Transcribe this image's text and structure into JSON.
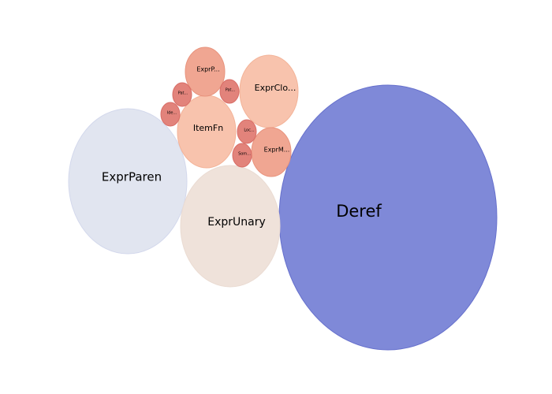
{
  "chart_data": {
    "type": "bubble",
    "title": "",
    "legend": "none",
    "axes": "hidden",
    "grid": false,
    "bubbles": [
      {
        "label": "Deref",
        "full_label": "Deref",
        "color": "#7f89d8",
        "stroke": "#6670cc"
      },
      {
        "label": "ExprParen",
        "full_label": "ExprParen",
        "color": "#e1e5f0",
        "stroke": "#d3d8ec"
      },
      {
        "label": "ExprUnary",
        "full_label": "ExprUnary",
        "color": "#efe2da",
        "stroke": "#eadbd2"
      },
      {
        "label": "ItemFn",
        "full_label": "ItemFn",
        "color": "#f8c3ad",
        "stroke": "#f3b398"
      },
      {
        "label": "ExprClo...",
        "full_label": "ExprClo...",
        "color": "#f8c3ad",
        "stroke": "#f3b398"
      },
      {
        "label": "ExprP...",
        "full_label": "ExprP...",
        "color": "#f0a692",
        "stroke": "#e8937d"
      },
      {
        "label": "ExprM...",
        "full_label": "ExprM...",
        "color": "#f0a692",
        "stroke": "#e8937d"
      },
      {
        "label": "Pat...",
        "full_label": "Pat...",
        "color": "#e2837b",
        "stroke": "#d86d66"
      },
      {
        "label": "Pat...",
        "full_label": "Pat...",
        "color": "#e2837b",
        "stroke": "#d86d66"
      },
      {
        "label": "Ide...",
        "full_label": "Ide...",
        "color": "#e2837b",
        "stroke": "#d86d66"
      },
      {
        "label": "Loc...",
        "full_label": "Loc...",
        "color": "#e2837b",
        "stroke": "#d86d66"
      },
      {
        "label": "Som...",
        "full_label": "Som...",
        "color": "#e2837b",
        "stroke": "#d86d66"
      }
    ]
  }
}
